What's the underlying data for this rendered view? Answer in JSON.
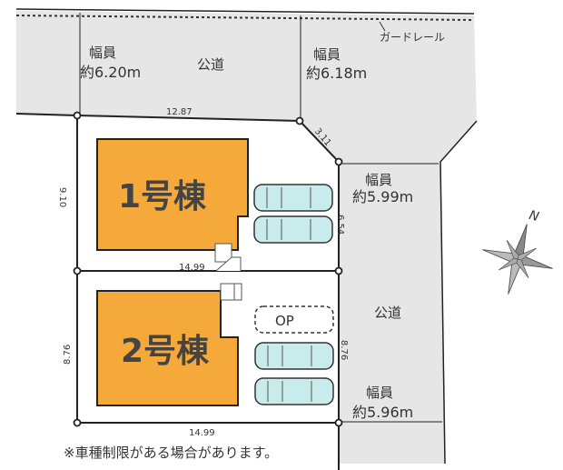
{
  "colors": {
    "road": "#e6e6e6",
    "building": "#f5a93a",
    "car": "#c8ecec",
    "line": "#222222",
    "text": "#333333"
  },
  "roads": {
    "north": {
      "name": "公道",
      "width_label_1": "幅員",
      "width_value_1": "約6.20m",
      "width_label_2": "幅員",
      "width_value_2": "約6.18m",
      "guardrail": "ガードレール"
    },
    "east": {
      "name": "公道",
      "width_label_1": "幅員",
      "width_value_1": "約5.99m",
      "width_label_2": "幅員",
      "width_value_2": "約5.96m"
    }
  },
  "dimensions": {
    "top": "12.87",
    "corner": "3.11",
    "lot1_left": "9.10",
    "lot1_right": "6.54",
    "lot1_bottom": "14.99",
    "lot2_left": "8.76",
    "lot2_right": "8.76",
    "lot2_bottom": "14.99"
  },
  "buildings": [
    {
      "label": "1号棟",
      "parking_spaces": 2
    },
    {
      "label": "2号棟",
      "parking_spaces": 2,
      "optional_space": "OP"
    }
  ],
  "compass": {
    "label": "N",
    "icon": "compass-rose-icon"
  },
  "note": "※車種制限がある場合があります。"
}
